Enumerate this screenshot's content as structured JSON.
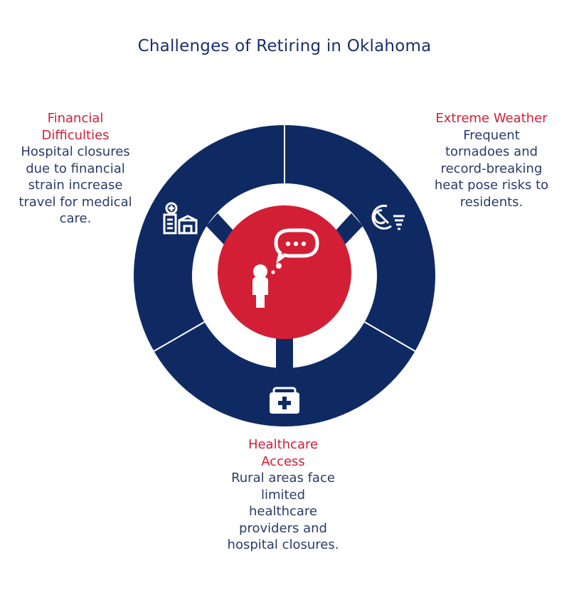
{
  "title": "Challenges of Retiring in Oklahoma",
  "colors": {
    "ring": "#0f2a63",
    "center": "#d21f36",
    "heading": "#d21f36",
    "body": "#2a3b6a",
    "title": "#1a2f6b"
  },
  "segments": [
    {
      "id": "financial",
      "icon": "hospital-building-icon",
      "heading": "Financial Difficulties",
      "description": "Hospital closures due to financial strain increase travel for medical care."
    },
    {
      "id": "weather",
      "icon": "tornado-satellite-icon",
      "heading": "Extreme Weather",
      "description": "Frequent tornadoes and record-breaking heat pose risks to residents."
    },
    {
      "id": "healthcare",
      "icon": "medical-kit-icon",
      "heading": "Healthcare Access",
      "description": "Rural areas face limited healthcare providers and hospital closures."
    }
  ],
  "center": {
    "icon": "person-thinking-icon"
  }
}
